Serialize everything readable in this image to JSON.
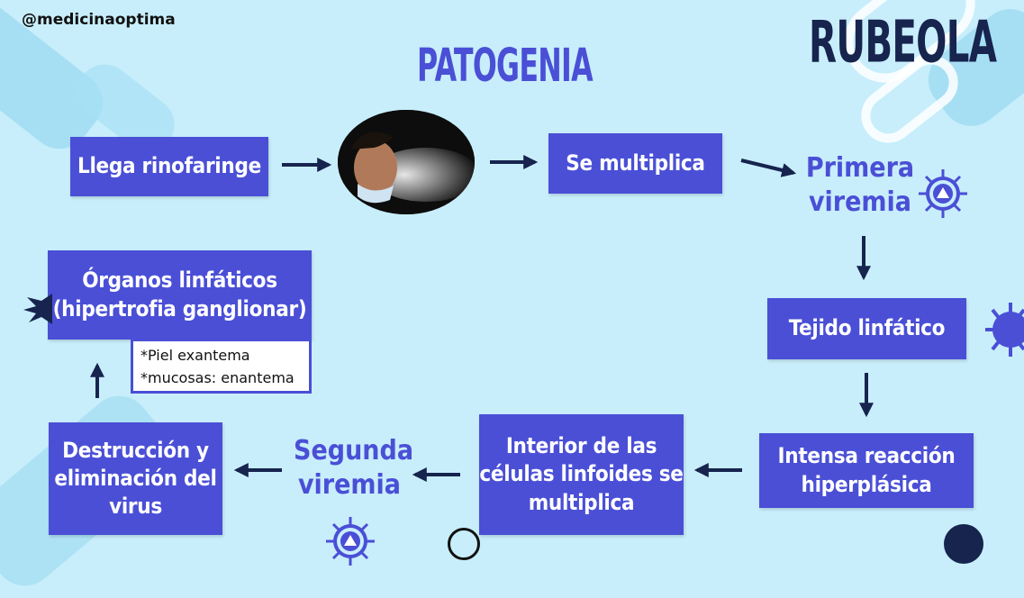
{
  "header": {
    "handle": "@medicinaoptima",
    "title": "RUBEOLA",
    "subtitle": "PATOGENIA"
  },
  "flow": {
    "llega": "Llega rinofaringe",
    "multiplica": "Se multiplica",
    "primera_viremia": [
      "Primera",
      "viremia"
    ],
    "tejido": "Tejido linfático",
    "intensa": [
      "Intensa reacción",
      "hiperplásica"
    ],
    "interior": [
      "Interior de las",
      "células linfoides se",
      "multiplica"
    ],
    "segunda_viremia": [
      "Segunda",
      "viremia"
    ],
    "destruccion": [
      "Destrucción y",
      "eliminación del",
      "virus"
    ],
    "organos": [
      "Órganos linfáticos",
      "(hipertrofia ganglionar)"
    ],
    "nota": [
      "*Piel exantema",
      "*mucosas: enantema"
    ]
  },
  "colors": {
    "background": "#c8eefb",
    "box": "#4a4fd6",
    "title": "#16244e",
    "arrow": "#16244e"
  },
  "icons": {
    "virus": "virus-warning-icon",
    "photo": "sneeze-photo"
  }
}
